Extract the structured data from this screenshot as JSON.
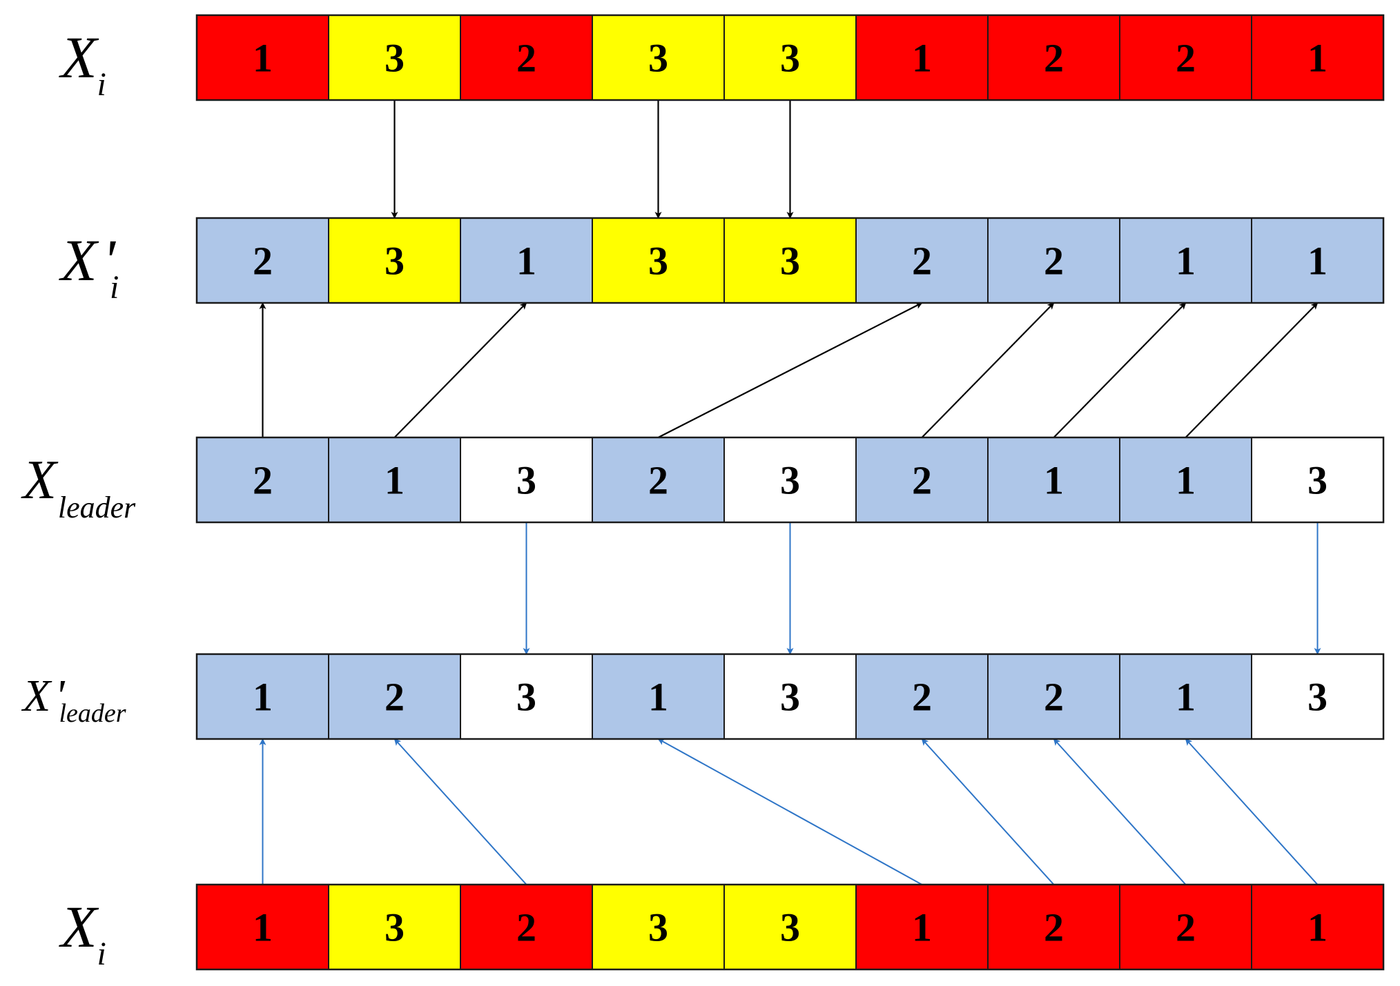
{
  "colors": {
    "red": "#ff0000",
    "yellow": "#ffff00",
    "blue": "#aec6e8",
    "white": "#ffffff",
    "arrow_black": "#000000",
    "arrow_blue": "#2e75c7"
  },
  "rows": [
    {
      "id": "xi-top",
      "label_main": "X",
      "label_sub": "i",
      "label_prime": "",
      "values": [
        "1",
        "3",
        "2",
        "3",
        "3",
        "1",
        "2",
        "2",
        "1"
      ],
      "fills": [
        "red",
        "yellow",
        "red",
        "yellow",
        "yellow",
        "red",
        "red",
        "red",
        "red"
      ]
    },
    {
      "id": "xi-prime",
      "label_main": "X",
      "label_sub": "i",
      "label_prime": "'",
      "values": [
        "2",
        "3",
        "1",
        "3",
        "3",
        "2",
        "2",
        "1",
        "1"
      ],
      "fills": [
        "blue",
        "yellow",
        "blue",
        "yellow",
        "yellow",
        "blue",
        "blue",
        "blue",
        "blue"
      ]
    },
    {
      "id": "x-leader",
      "label_main": "X",
      "label_sub": "leader",
      "label_prime": "",
      "values": [
        "2",
        "1",
        "3",
        "2",
        "3",
        "2",
        "1",
        "1",
        "3"
      ],
      "fills": [
        "blue",
        "blue",
        "white",
        "blue",
        "white",
        "blue",
        "blue",
        "blue",
        "white"
      ]
    },
    {
      "id": "x-leader-prime",
      "label_main": "X",
      "label_sub": "leader",
      "label_prime": "'",
      "values": [
        "1",
        "2",
        "3",
        "1",
        "3",
        "2",
        "2",
        "1",
        "3"
      ],
      "fills": [
        "blue",
        "blue",
        "white",
        "blue",
        "white",
        "blue",
        "blue",
        "blue",
        "white"
      ]
    },
    {
      "id": "xi-bottom",
      "label_main": "X",
      "label_sub": "i",
      "label_prime": "",
      "values": [
        "1",
        "3",
        "2",
        "3",
        "3",
        "1",
        "2",
        "2",
        "1"
      ],
      "fills": [
        "red",
        "yellow",
        "red",
        "yellow",
        "yellow",
        "red",
        "red",
        "red",
        "red"
      ]
    }
  ],
  "arrows": [
    {
      "from_row": 0,
      "from_cell": 1,
      "to_row": 1,
      "to_cell": 1,
      "color": "arrow_black"
    },
    {
      "from_row": 0,
      "from_cell": 3,
      "to_row": 1,
      "to_cell": 3,
      "color": "arrow_black"
    },
    {
      "from_row": 0,
      "from_cell": 4,
      "to_row": 1,
      "to_cell": 4,
      "color": "arrow_black"
    },
    {
      "from_row": 2,
      "from_cell": 0,
      "to_row": 1,
      "to_cell": 0,
      "color": "arrow_black"
    },
    {
      "from_row": 2,
      "from_cell": 1,
      "to_row": 1,
      "to_cell": 2,
      "color": "arrow_black"
    },
    {
      "from_row": 2,
      "from_cell": 3,
      "to_row": 1,
      "to_cell": 5,
      "color": "arrow_black"
    },
    {
      "from_row": 2,
      "from_cell": 5,
      "to_row": 1,
      "to_cell": 6,
      "color": "arrow_black"
    },
    {
      "from_row": 2,
      "from_cell": 6,
      "to_row": 1,
      "to_cell": 7,
      "color": "arrow_black"
    },
    {
      "from_row": 2,
      "from_cell": 7,
      "to_row": 1,
      "to_cell": 8,
      "color": "arrow_black"
    },
    {
      "from_row": 2,
      "from_cell": 2,
      "to_row": 3,
      "to_cell": 2,
      "color": "arrow_blue"
    },
    {
      "from_row": 2,
      "from_cell": 4,
      "to_row": 3,
      "to_cell": 4,
      "color": "arrow_blue"
    },
    {
      "from_row": 2,
      "from_cell": 8,
      "to_row": 3,
      "to_cell": 8,
      "color": "arrow_blue"
    },
    {
      "from_row": 4,
      "from_cell": 0,
      "to_row": 3,
      "to_cell": 0,
      "color": "arrow_blue"
    },
    {
      "from_row": 4,
      "from_cell": 2,
      "to_row": 3,
      "to_cell": 1,
      "color": "arrow_blue"
    },
    {
      "from_row": 4,
      "from_cell": 5,
      "to_row": 3,
      "to_cell": 3,
      "color": "arrow_blue"
    },
    {
      "from_row": 4,
      "from_cell": 6,
      "to_row": 3,
      "to_cell": 5,
      "color": "arrow_blue"
    },
    {
      "from_row": 4,
      "from_cell": 7,
      "to_row": 3,
      "to_cell": 6,
      "color": "arrow_blue"
    },
    {
      "from_row": 4,
      "from_cell": 8,
      "to_row": 3,
      "to_cell": 7,
      "color": "arrow_blue"
    }
  ]
}
